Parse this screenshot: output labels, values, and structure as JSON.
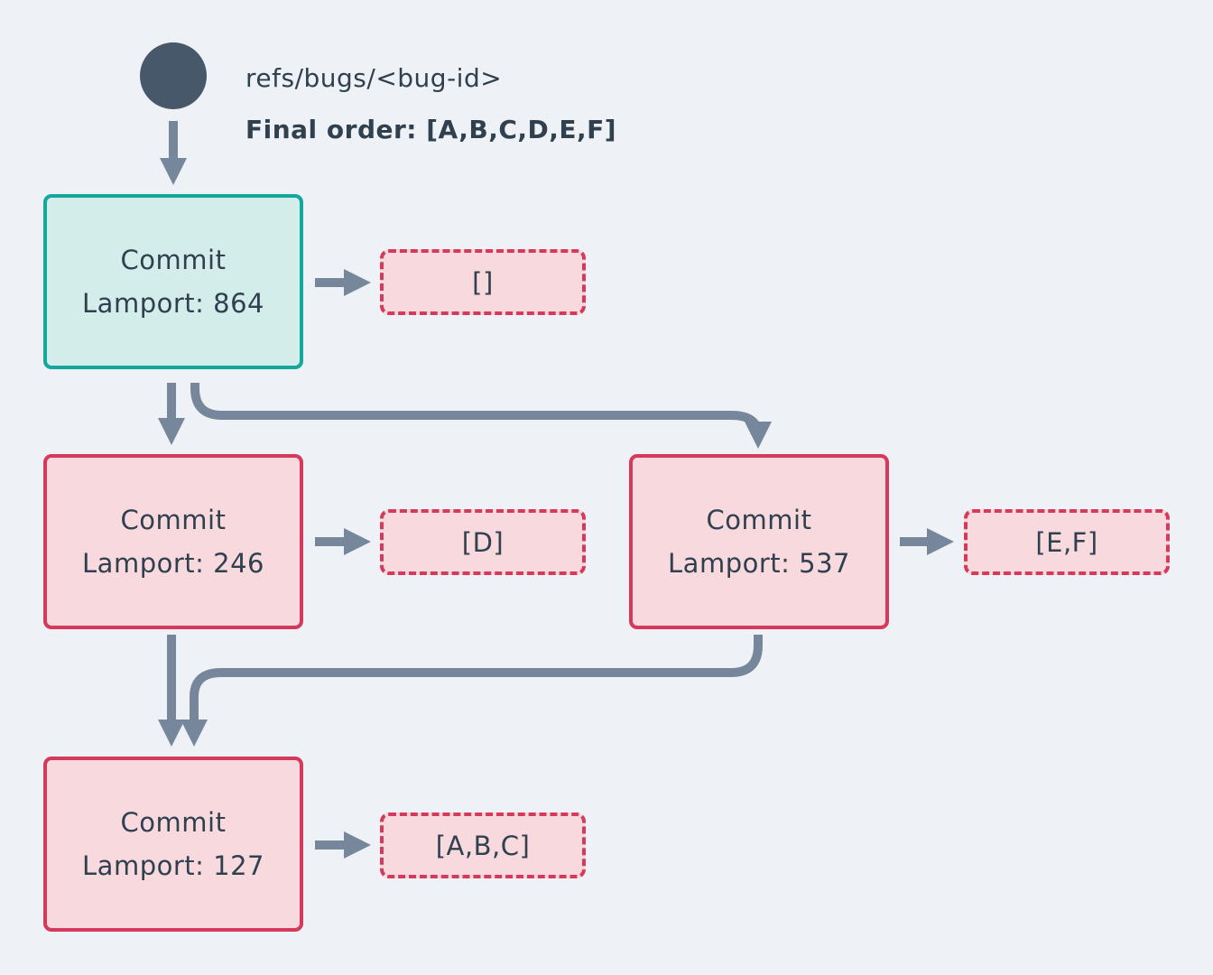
{
  "colors": {
    "background": "#eef1f5",
    "arrow": "#76869b",
    "node_text": "#30404f",
    "head_fill": "#d3edeb",
    "head_border": "#16a79c",
    "commit_fill": "#f8d9de",
    "commit_border": "#d5395b",
    "ref_circle": "#47586b"
  },
  "header": {
    "ref_name": "refs/bugs/<bug-id>",
    "final_order": "Final order: [A,B,C,D,E,F]"
  },
  "commits": [
    {
      "id": "864",
      "title": "Commit",
      "lamport": "Lamport: 864",
      "payload": "[]"
    },
    {
      "id": "246",
      "title": "Commit",
      "lamport": "Lamport: 246",
      "payload": "[D]"
    },
    {
      "id": "537",
      "title": "Commit",
      "lamport": "Lamport: 537",
      "payload": "[E,F]"
    },
    {
      "id": "127",
      "title": "Commit",
      "lamport": "Lamport: 127",
      "payload": "[A,B,C]"
    }
  ]
}
